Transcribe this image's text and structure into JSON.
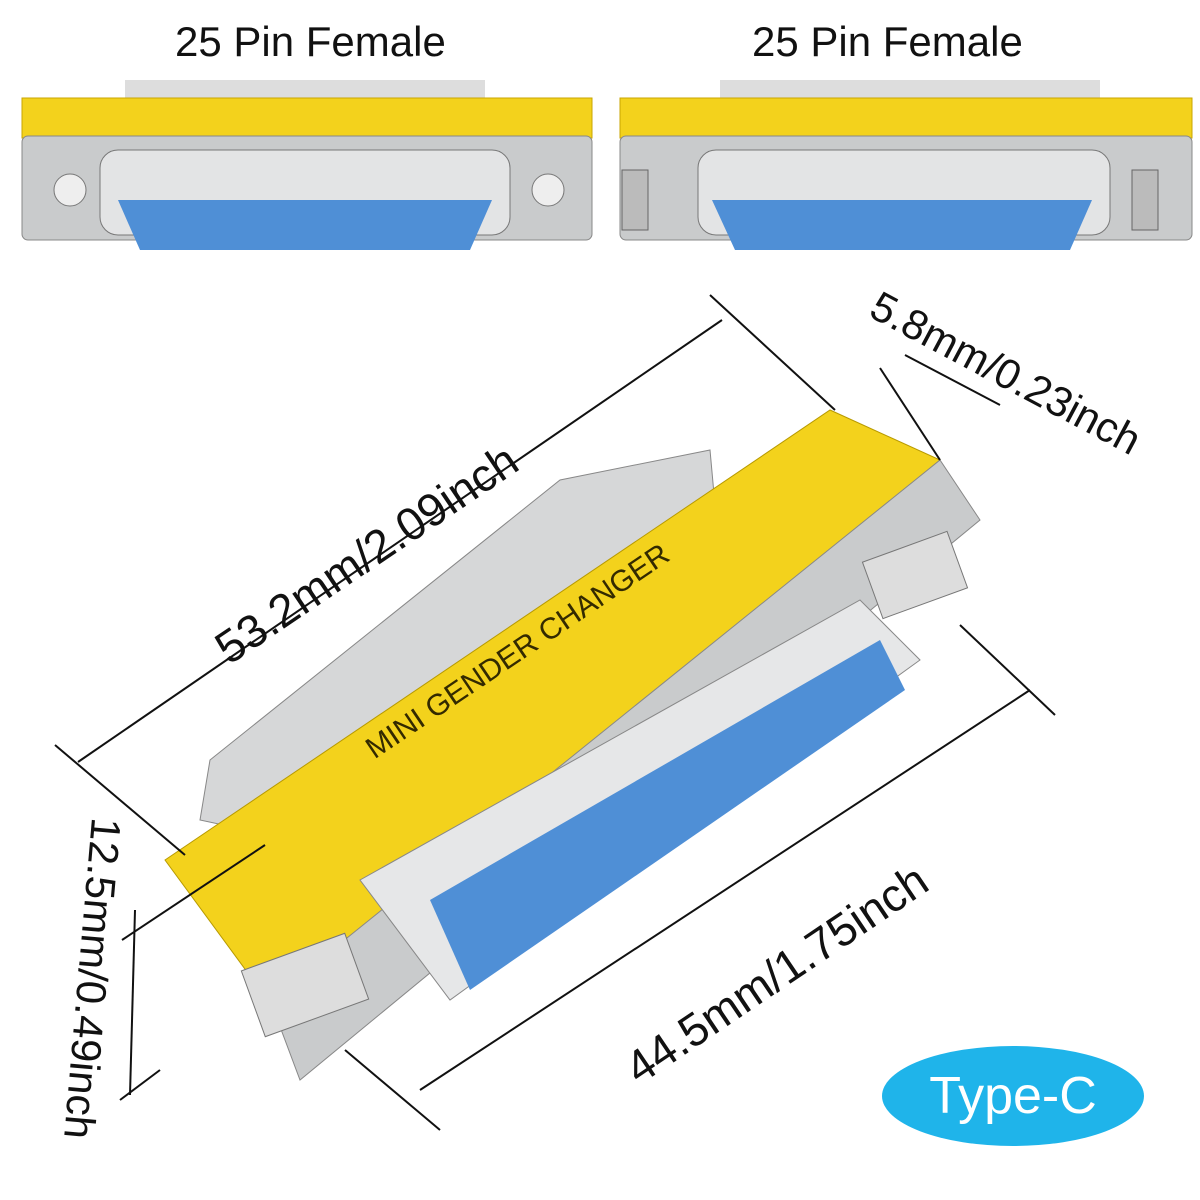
{
  "top_labels": [
    "25 Pin Female",
    "25 Pin Female"
  ],
  "connector_print": "MINI GENDER CHANGER",
  "dimensions": {
    "length": "53.2mm/2.09inch",
    "thickness": "5.8mm/0.23inch",
    "body_length": "44.5mm/1.75inch",
    "height": "12.5mm/0.49inch"
  },
  "badge": "Type-C",
  "colors": {
    "yellow": "#f3d21c",
    "blue": "#4f8fd6",
    "metal": "#c9cbcc",
    "badge": "#1fb4ea"
  }
}
